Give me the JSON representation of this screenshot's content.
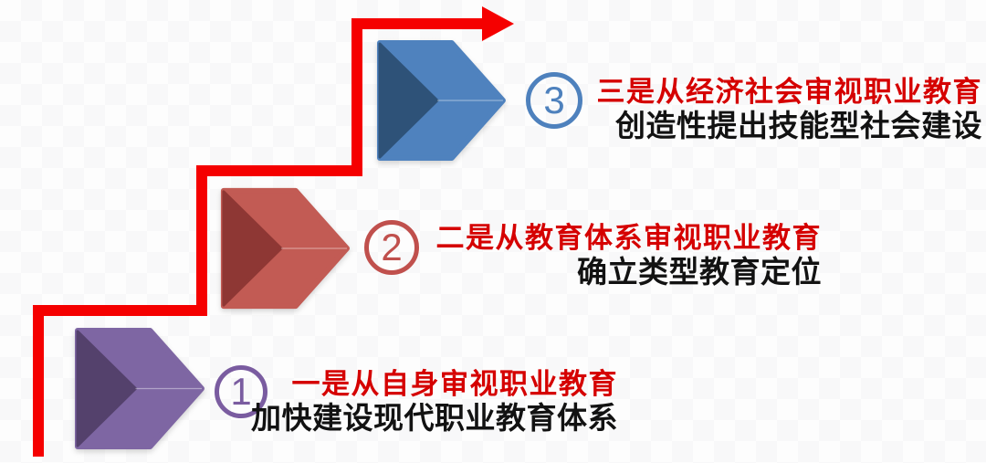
{
  "colors": {
    "arrow_red": "#f50000",
    "title_red": "#d50000",
    "subtitle_ink": "#121212"
  },
  "arrow": {
    "description": "red stepped staircase arrow rising left-bottom to top-right"
  },
  "steps": [
    {
      "number": "1",
      "title": "一是从自身审视职业教育",
      "subtitle": "加快建设现代职业教育体系",
      "theme": {
        "light": "#7e66a3",
        "dark": "#54416c",
        "circle": "#7a5ca0"
      }
    },
    {
      "number": "2",
      "title": "二是从教育体系审视职业教育",
      "subtitle": "确立类型教育定位",
      "theme": {
        "light": "#c25b54",
        "dark": "#8e3734",
        "circle": "#c0504d"
      }
    },
    {
      "number": "3",
      "title": "三是从经济社会审视职业教育",
      "subtitle": "创造性提出技能型社会建设",
      "theme": {
        "light": "#4f82be",
        "dark": "#2e5278",
        "circle": "#4e81bd"
      }
    }
  ]
}
